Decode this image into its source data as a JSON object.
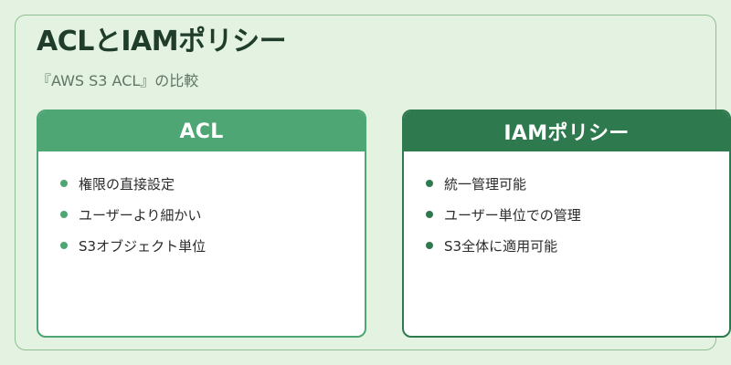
{
  "title": "ACLとIAMポリシー",
  "subtitle": "『AWS S3 ACL』の比較",
  "colors": {
    "background": "#e3f2e1",
    "frame_border": "#8fbf92",
    "acl_accent": "#4da673",
    "iam_accent": "#2e7a4e",
    "title_text": "#1f3d2a",
    "subtitle_text": "#5f7566"
  },
  "cards": [
    {
      "heading": "ACL",
      "items": [
        "権限の直接設定",
        "ユーザーより細かい",
        "S3オブジェクト単位"
      ]
    },
    {
      "heading": "IAMポリシー",
      "items": [
        "統一管理可能",
        "ユーザー単位での管理",
        "S3全体に適用可能"
      ]
    }
  ]
}
